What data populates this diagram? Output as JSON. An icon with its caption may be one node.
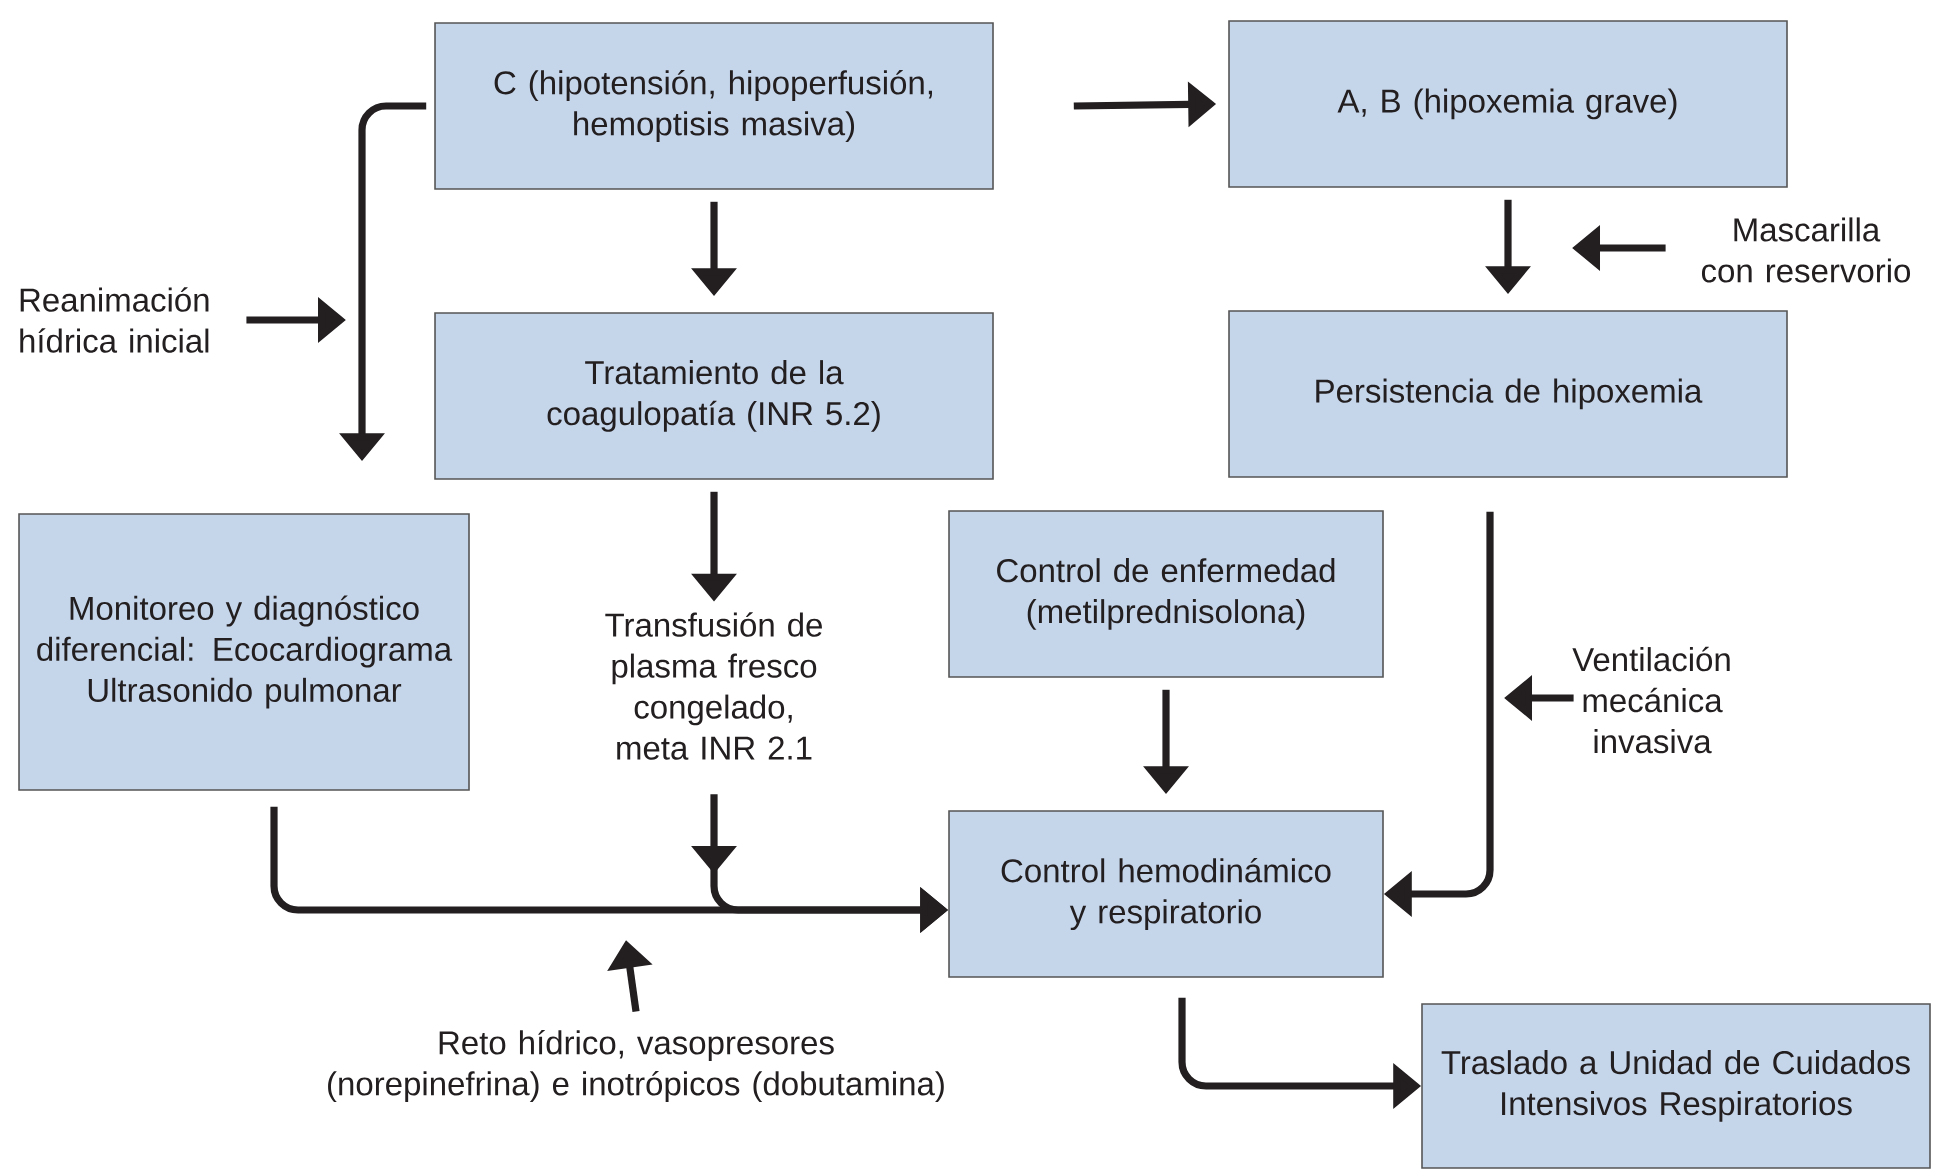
{
  "diagram": {
    "nodes": [
      {
        "text": [
          "C (hipotensión, hipoperfusión, hemoptisis masiva)"
        ]
      },
      {
        "text": [
          "A, B (hipoxemia grave)"
        ]
      },
      {
        "text": [
          "Tratamiento de la coagulopatía (INR 5.2)"
        ]
      },
      {
        "text": [
          "Persistencia de hipoxemia"
        ]
      },
      {
        "text": [
          "Monitoreo y diagnóstico diferencial: Ecocardiograma Ultrasonido pulmonar"
        ]
      },
      {
        "text": [
          "Transfusión de plasma fresco congelado, meta INR 2.1"
        ]
      },
      {
        "text": [
          "Control de enfermedad (metilprednisolona)"
        ]
      },
      {
        "text": [
          "Control hemodinámico y respiratorio"
        ]
      },
      {
        "text": [
          "Traslado a Unidad de Cuidados Intensivos Respiratorios"
        ]
      },
      {
        "text": [
          "Reanimación hídrica inicial"
        ]
      },
      {
        "text": [
          "Mascarilla con reservorio"
        ]
      },
      {
        "text": [
          "Ventilación mecánica invasiva"
        ]
      },
      {
        "text": [
          "Reto hídrico, vasopresores (norepinefrina) e inotrópicos (dobutamina)"
        ]
      }
    ],
    "edges": [
      {
        "from": 0,
        "to": 1,
        "arrow": "to"
      },
      {
        "from": 0,
        "to": 2,
        "arrow": "to"
      },
      {
        "from": 0,
        "to": 4,
        "arrow": "to"
      },
      {
        "from": 9,
        "to": null,
        "arrow": "to"
      },
      {
        "from": 1,
        "to": 3,
        "arrow": "to"
      },
      {
        "from": 10,
        "to": null,
        "arrow": "to"
      },
      {
        "from": 2,
        "to": 5,
        "arrow": "to"
      },
      {
        "from": 5,
        "to": 7,
        "arrow": "to"
      },
      {
        "from": 4,
        "to": 7,
        "arrow": "to"
      },
      {
        "from": 12,
        "to": null,
        "arrow": "to"
      },
      {
        "from": 6,
        "to": 7,
        "arrow": "to"
      },
      {
        "from": 3,
        "to": 7,
        "arrow": "to"
      },
      {
        "from": 11,
        "to": null,
        "arrow": "to"
      },
      {
        "from": 7,
        "to": 8,
        "arrow": "to"
      }
    ]
  }
}
